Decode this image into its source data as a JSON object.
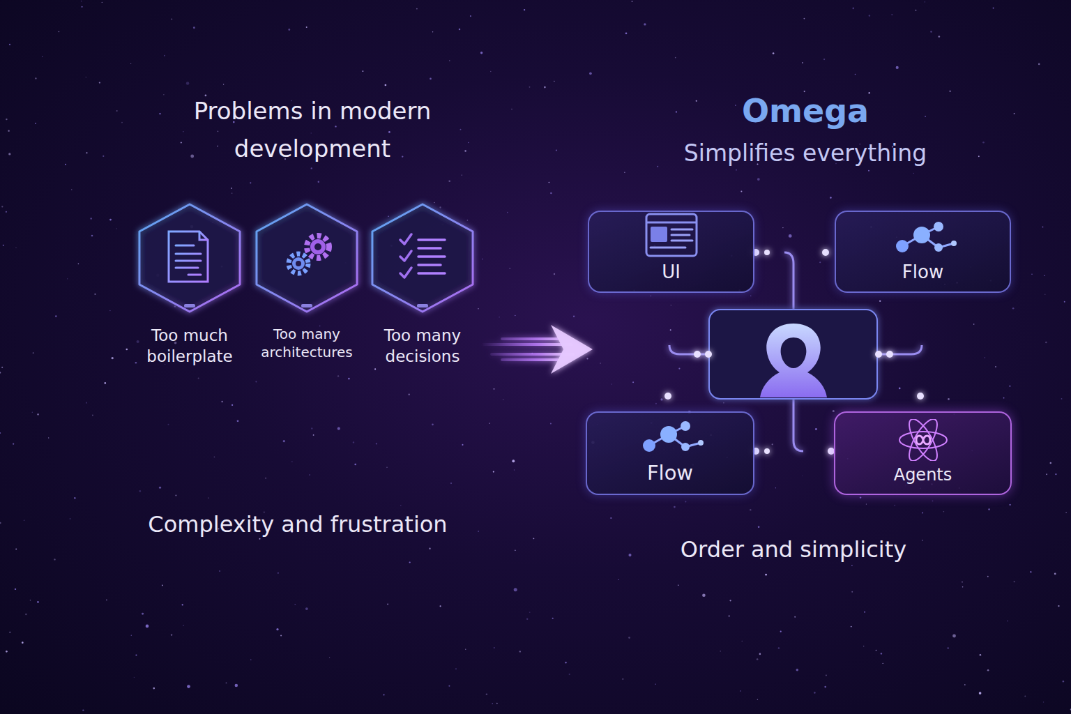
{
  "diagram": {
    "nodes": [
      {
        "text": [
          "Too much boilerplate"
        ]
      },
      {
        "text": [
          "Too many architectures"
        ]
      },
      {
        "text": [
          "Too many decisions"
        ]
      },
      {
        "text": [
          "UI"
        ]
      },
      {
        "text": [
          "Flow"
        ]
      },
      {
        "text": [
          "Flow"
        ]
      },
      {
        "text": [
          "Agents"
        ]
      }
    ],
    "edges": [
      {
        "from": 3,
        "to": 4,
        "arrow": "none"
      },
      {
        "from": 3,
        "to": 5,
        "arrow": "none"
      },
      {
        "from": 4,
        "to": 6,
        "arrow": "none"
      },
      {
        "from": 5,
        "to": 6,
        "arrow": "none"
      }
    ],
    "labels": [
      "Problems in modern development",
      "Complexity and frustration",
      "Omega",
      "Simplifies everything",
      "Order and simplicity"
    ]
  }
}
